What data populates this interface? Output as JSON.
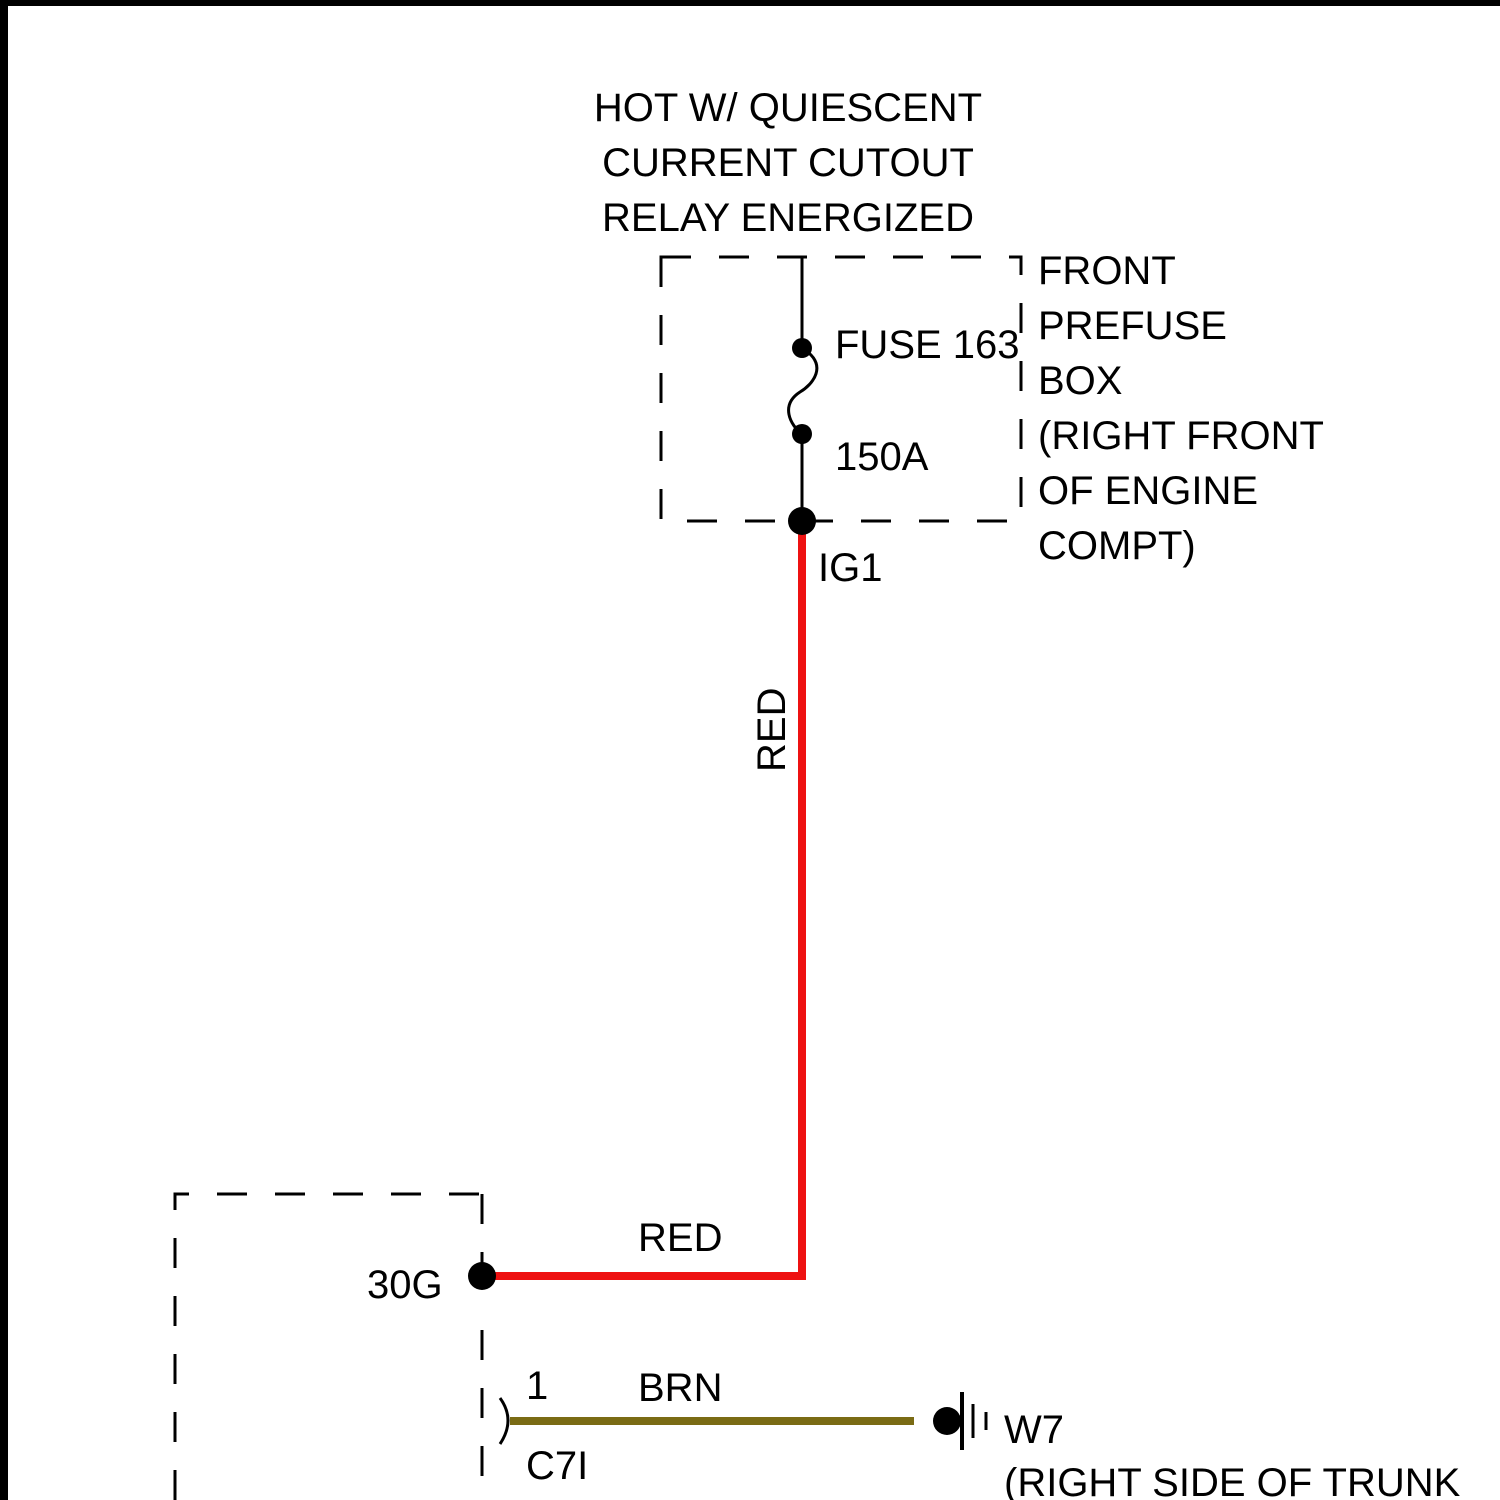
{
  "header": {
    "lines": [
      "HOT W/ QUIESCENT",
      "CURRENT CUTOUT",
      "RELAY ENERGIZED"
    ]
  },
  "prefuse_box": {
    "lines": [
      "FRONT",
      "PREFUSE",
      "BOX",
      "(RIGHT FRONT",
      "OF ENGINE",
      "COMPT)"
    ]
  },
  "fuse": {
    "name": "FUSE 163",
    "rating": "150A"
  },
  "terminals": {
    "ig1": "IG1",
    "t30g": "30G",
    "pin1": "1",
    "connector": "C7I"
  },
  "wires": {
    "red_vertical": "RED",
    "red_horizontal": "RED",
    "brn": "BRN"
  },
  "ground": {
    "name": "W7",
    "location": "(RIGHT SIDE OF TRUNK"
  },
  "colors": {
    "red_wire": "#ee1111",
    "brn_wire": "#7a6b14",
    "frame": "#000000"
  }
}
